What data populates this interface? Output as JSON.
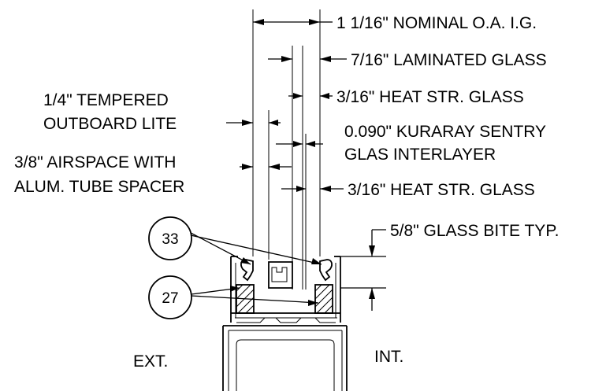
{
  "labels": {
    "nominal": "1 1/16\" NOMINAL O.A. I.G.",
    "laminated": "7/16\" LAMINATED GLASS",
    "heat_str_top": "3/16\" HEAT STR. GLASS",
    "tempered_line1": "1/4\" TEMPERED",
    "tempered_line2": "OUTBOARD LITE",
    "interlayer_line1": "0.090\" KURARAY SENTRY",
    "interlayer_line2": "GLAS INTERLAYER",
    "airspace_line1": "3/8\" AIRSPACE WITH",
    "airspace_line2": "ALUM. TUBE SPACER",
    "heat_str_bottom": "3/16\" HEAT STR. GLASS",
    "glass_bite": "5/8\" GLASS BITE TYP.",
    "exterior": "EXT.",
    "interior": "INT."
  },
  "callouts": {
    "gasket": "33",
    "setting_block": "27"
  }
}
